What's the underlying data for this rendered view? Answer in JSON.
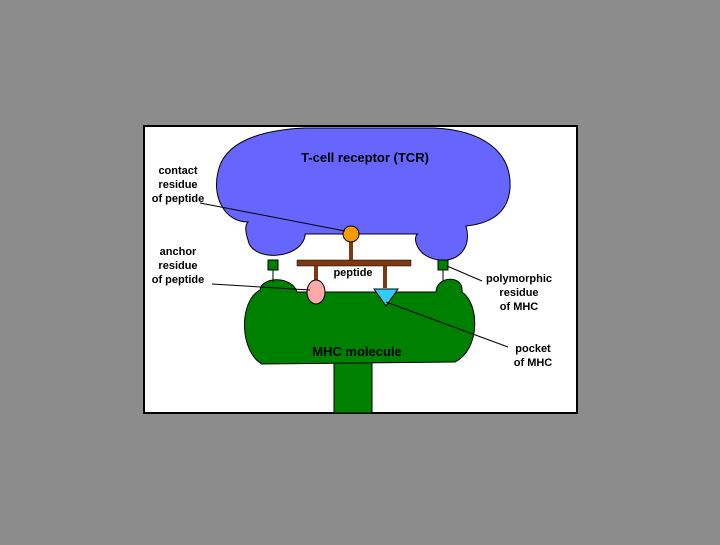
{
  "diagram": {
    "colors": {
      "background": "#8c8c8c",
      "panel": "#ffffff",
      "tcr": "#6666ff",
      "mhc": "#008000",
      "peptide_backbone": "#7b3a12",
      "contact_residue": "#ff9900",
      "anchor_residue": "#ffaaaa",
      "pocket": "#33ccff"
    },
    "tcr_label": "T-cell receptor (TCR)",
    "mhc_label": "MHC molecule",
    "peptide_label": "peptide",
    "contact_label": [
      "contact",
      "residue",
      "of peptide"
    ],
    "anchor_label": [
      "anchor",
      "residue",
      "of peptide"
    ],
    "polymorphic_label": [
      "polymorphic",
      "residue",
      "of MHC"
    ],
    "pocket_label": [
      "pocket",
      "of MHC"
    ]
  }
}
